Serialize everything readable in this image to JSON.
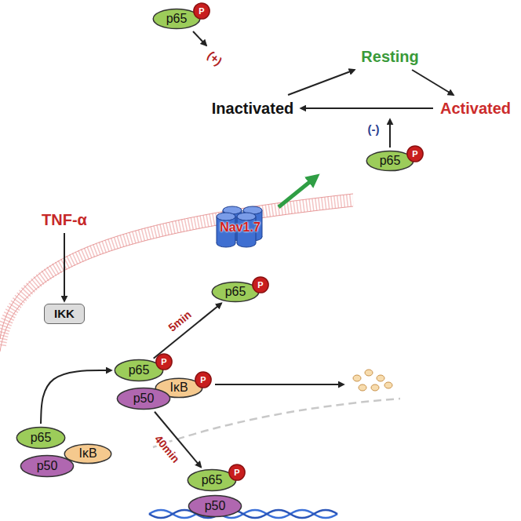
{
  "diagram": {
    "nodes": [
      {
        "text": [
          "p65"
        ]
      },
      {
        "text": [
          "P"
        ]
      },
      {
        "text": [
          "Resting"
        ]
      },
      {
        "text": [
          "Inactivated"
        ]
      },
      {
        "text": [
          "Activated"
        ]
      },
      {
        "text": [
          "p65"
        ]
      },
      {
        "text": [
          "P"
        ]
      },
      {
        "text": [
          "Nav1.7"
        ]
      },
      {
        "text": [
          "TNF-α"
        ]
      },
      {
        "text": [
          "p65"
        ]
      },
      {
        "text": [
          "P"
        ]
      },
      {
        "text": [
          "IKK"
        ]
      },
      {
        "text": [
          "p65"
        ]
      },
      {
        "text": [
          "P"
        ]
      },
      {
        "text": [
          "IκB"
        ]
      },
      {
        "text": [
          "P"
        ]
      },
      {
        "text": [
          "p50"
        ]
      },
      {
        "text": [
          "p65"
        ]
      },
      {
        "text": [
          "P"
        ]
      },
      {
        "text": [
          "p50"
        ]
      },
      {
        "text": [
          "p65"
        ]
      },
      {
        "text": [
          "IκB"
        ]
      },
      {
        "text": [
          "p50"
        ]
      }
    ],
    "edges": [
      {
        "from": 3,
        "to": 2,
        "arrow": "to"
      },
      {
        "from": 2,
        "to": 4,
        "arrow": "to"
      },
      {
        "from": 4,
        "to": 3,
        "arrow": "to"
      },
      {
        "from": 8,
        "to": 11,
        "arrow": "to"
      },
      {
        "from": 20,
        "to": 12,
        "arrow": "to"
      },
      {
        "from": 12,
        "to": 9,
        "label": "5min",
        "arrow": "to"
      },
      {
        "from": 16,
        "to": 17,
        "label": "40min",
        "arrow": "to"
      }
    ],
    "labels": [
      "(+)",
      "(-)"
    ]
  }
}
